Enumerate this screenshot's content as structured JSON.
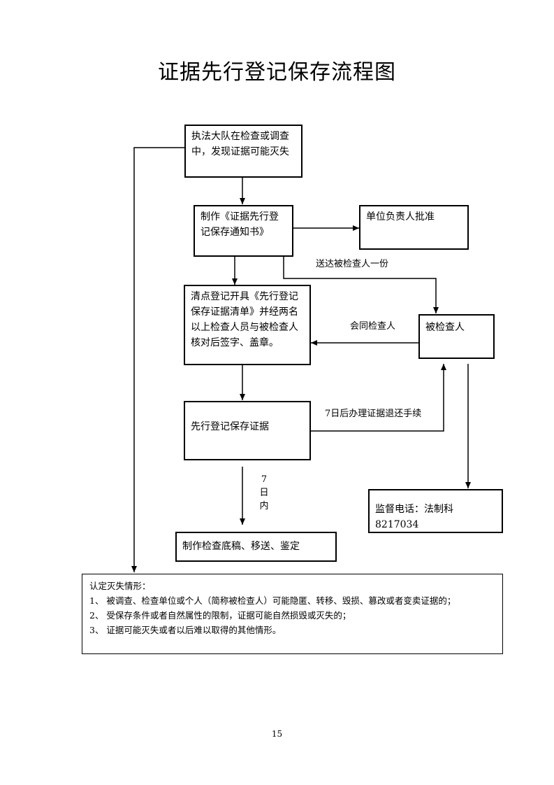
{
  "title": "证据先行登记保存流程图",
  "nodes": {
    "discover": "执法大队在检查或调查中，发现证据可能灭失",
    "notice": "制作《证据先行登记保存通知书》",
    "approve": "单位负责人批准",
    "inventory": "清点登记开具《先行登记保存证据清单》并经两名以上检查人员与被检查人核对后签字、盖章。",
    "inspected": "被检查人",
    "preserve": "先行登记保存证据",
    "supervise": "监督电话：法制科 8217034",
    "handle": "制作检查底稿、移送、鉴定"
  },
  "edge_labels": {
    "deliver": "送达被检查人一份",
    "jointly": "会同检查人",
    "return": "7日后办理证据退还手续",
    "within_7_days": [
      "7",
      "日",
      "内"
    ]
  },
  "criteria": {
    "heading": "认定灭失情形：",
    "items": [
      "1、 被调查、检查单位或个人（简称被检查人）可能隐匿、转移、毁损、篡改或者变卖证据的；",
      "2、 受保存条件或者自然属性的限制，证据可能自然损毁或灭失的；",
      "3、 证据可能灭失或者以后难以取得的其他情形。"
    ]
  },
  "page_number": "15"
}
